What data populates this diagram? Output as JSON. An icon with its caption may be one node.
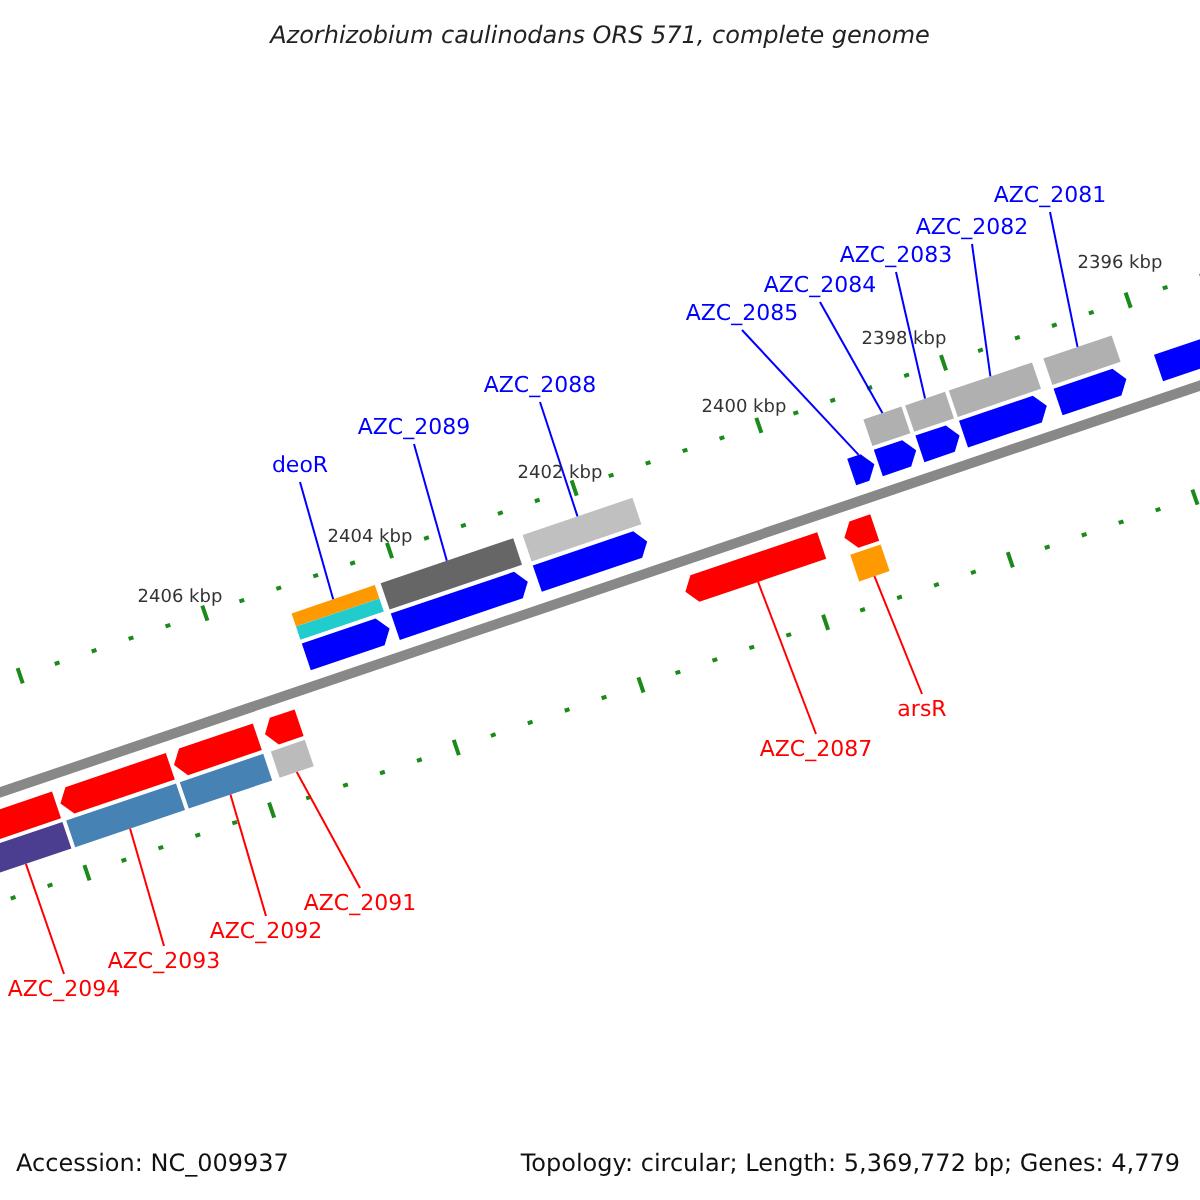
{
  "diagram": {
    "title": "Azorhizobium caulinodans ORS 571, complete genome",
    "nodes": [
      {
        "text": [
          "AZC_2081"
        ]
      },
      {
        "text": [
          "AZC_2082"
        ]
      },
      {
        "text": [
          "AZC_2083"
        ]
      },
      {
        "text": [
          "AZC_2084"
        ]
      },
      {
        "text": [
          "AZC_2085"
        ]
      },
      {
        "text": [
          "AZC_2088"
        ]
      },
      {
        "text": [
          "AZC_2089"
        ]
      },
      {
        "text": [
          "deoR"
        ]
      },
      {
        "text": [
          "arsR"
        ]
      },
      {
        "text": [
          "AZC_2087"
        ]
      },
      {
        "text": [
          "AZC_2091"
        ]
      },
      {
        "text": [
          "AZC_2092"
        ]
      },
      {
        "text": [
          "AZC_2093"
        ]
      },
      {
        "text": [
          "AZC_2094"
        ]
      },
      {
        "text": [],
        "shape": "bar"
      },
      {
        "text": [],
        "shape": "bar"
      },
      {
        "text": [],
        "shape": "bar"
      },
      {
        "text": [],
        "shape": "bar"
      },
      {
        "text": [],
        "shape": "bar"
      },
      {
        "text": [],
        "shape": "bar"
      },
      {
        "text": [],
        "shape": "bar"
      },
      {
        "text": [],
        "shape": "bar"
      },
      {
        "text": [],
        "shape": "bar"
      },
      {
        "text": [],
        "shape": "bar"
      },
      {
        "text": [],
        "shape": "bar"
      },
      {
        "text": [],
        "shape": "bar"
      },
      {
        "text": [],
        "shape": "bar"
      },
      {
        "text": [],
        "shape": "bar"
      },
      {
        "text": [],
        "shape": "bar"
      }
    ],
    "edges": [
      {
        "from": 0,
        "to": 14,
        "arrow": "none"
      },
      {
        "from": 1,
        "to": 15,
        "arrow": "none"
      },
      {
        "from": 2,
        "to": 16,
        "arrow": "none"
      },
      {
        "from": 3,
        "to": 17,
        "arrow": "none"
      },
      {
        "from": 4,
        "to": 18,
        "arrow": "none"
      },
      {
        "from": 5,
        "to": 19,
        "arrow": "none"
      },
      {
        "from": 6,
        "to": 20,
        "arrow": "none"
      },
      {
        "from": 7,
        "to": 21,
        "arrow": "none"
      },
      {
        "from": 8,
        "to": 22,
        "arrow": "none",
        "color": "#ff0000"
      },
      {
        "from": 9,
        "to": 23,
        "arrow": "none",
        "color": "#ff0000"
      },
      {
        "from": 10,
        "to": 24,
        "arrow": "none",
        "color": "#ff0000"
      },
      {
        "from": 11,
        "to": 25,
        "arrow": "none",
        "color": "#ff0000"
      },
      {
        "from": 12,
        "to": 26,
        "arrow": "none",
        "color": "#ff0000"
      },
      {
        "from": 13,
        "to": 27,
        "arrow": "none",
        "color": "#ff0000"
      }
    ],
    "labels": [
      "2396 kbp",
      "2398 kbp",
      "2400 kbp",
      "2402 kbp",
      "2404 kbp",
      "2406 kbp",
      "Accession: NC_009937",
      "Topology: circular; Length: 5,369,772 bp; Genes: 4,779"
    ]
  }
}
